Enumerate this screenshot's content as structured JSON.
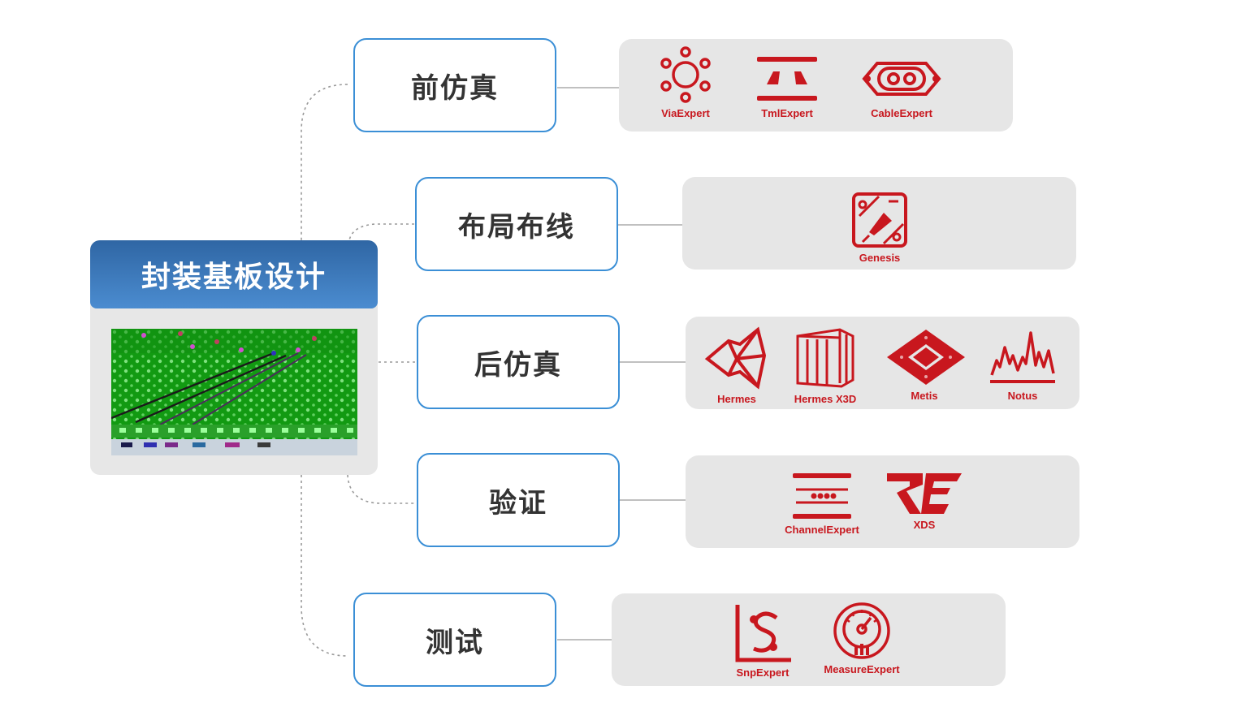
{
  "root": {
    "title": "封装基板设计",
    "image_icon": "pcb-3d-render"
  },
  "categories": [
    {
      "label": "前仿真",
      "tools": [
        {
          "name": "ViaExpert",
          "icon": "via-icon"
        },
        {
          "name": "TmlExpert",
          "icon": "transmission-line-icon"
        },
        {
          "name": "CableExpert",
          "icon": "cable-icon"
        }
      ]
    },
    {
      "label": "布局布线",
      "tools": [
        {
          "name": "Genesis",
          "icon": "pen-routing-icon"
        }
      ]
    },
    {
      "label": "后仿真",
      "tools": [
        {
          "name": "Hermes",
          "icon": "hermes-icon"
        },
        {
          "name": "Hermes X3D",
          "icon": "hermes-x3d-icon"
        },
        {
          "name": "Metis",
          "icon": "metis-diamond-icon"
        },
        {
          "name": "Notus",
          "icon": "notus-waveform-icon"
        }
      ]
    },
    {
      "label": "验证",
      "tools": [
        {
          "name": "ChannelExpert",
          "icon": "channel-icon"
        },
        {
          "name": "XDS",
          "icon": "xds-logo-icon"
        }
      ]
    },
    {
      "label": "测试",
      "tools": [
        {
          "name": "SnpExpert",
          "icon": "snp-icon"
        },
        {
          "name": "MeasureExpert",
          "icon": "gauge-icon"
        }
      ]
    }
  ],
  "colors": {
    "brand_red": "#c8171e",
    "box_border": "#3b8fd6",
    "title_gradient_top": "#2f66a4",
    "title_gradient_bottom": "#4b8cd0",
    "panel_bg": "#e6e6e6"
  }
}
